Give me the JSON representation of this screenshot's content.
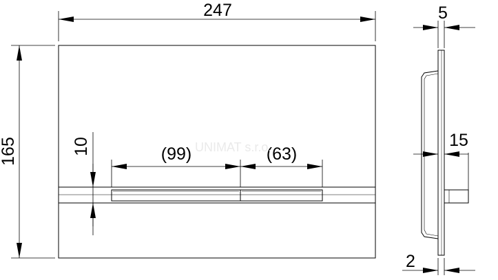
{
  "front_view": {
    "width_label": "247",
    "height_label": "165",
    "band_label": "10",
    "left_button_label": "(99)",
    "right_button_label": "(63)"
  },
  "side_view": {
    "thickness_label": "5",
    "depth_label": "15",
    "bottom_label": "2"
  },
  "watermark": "UNIMAT s.r.o."
}
